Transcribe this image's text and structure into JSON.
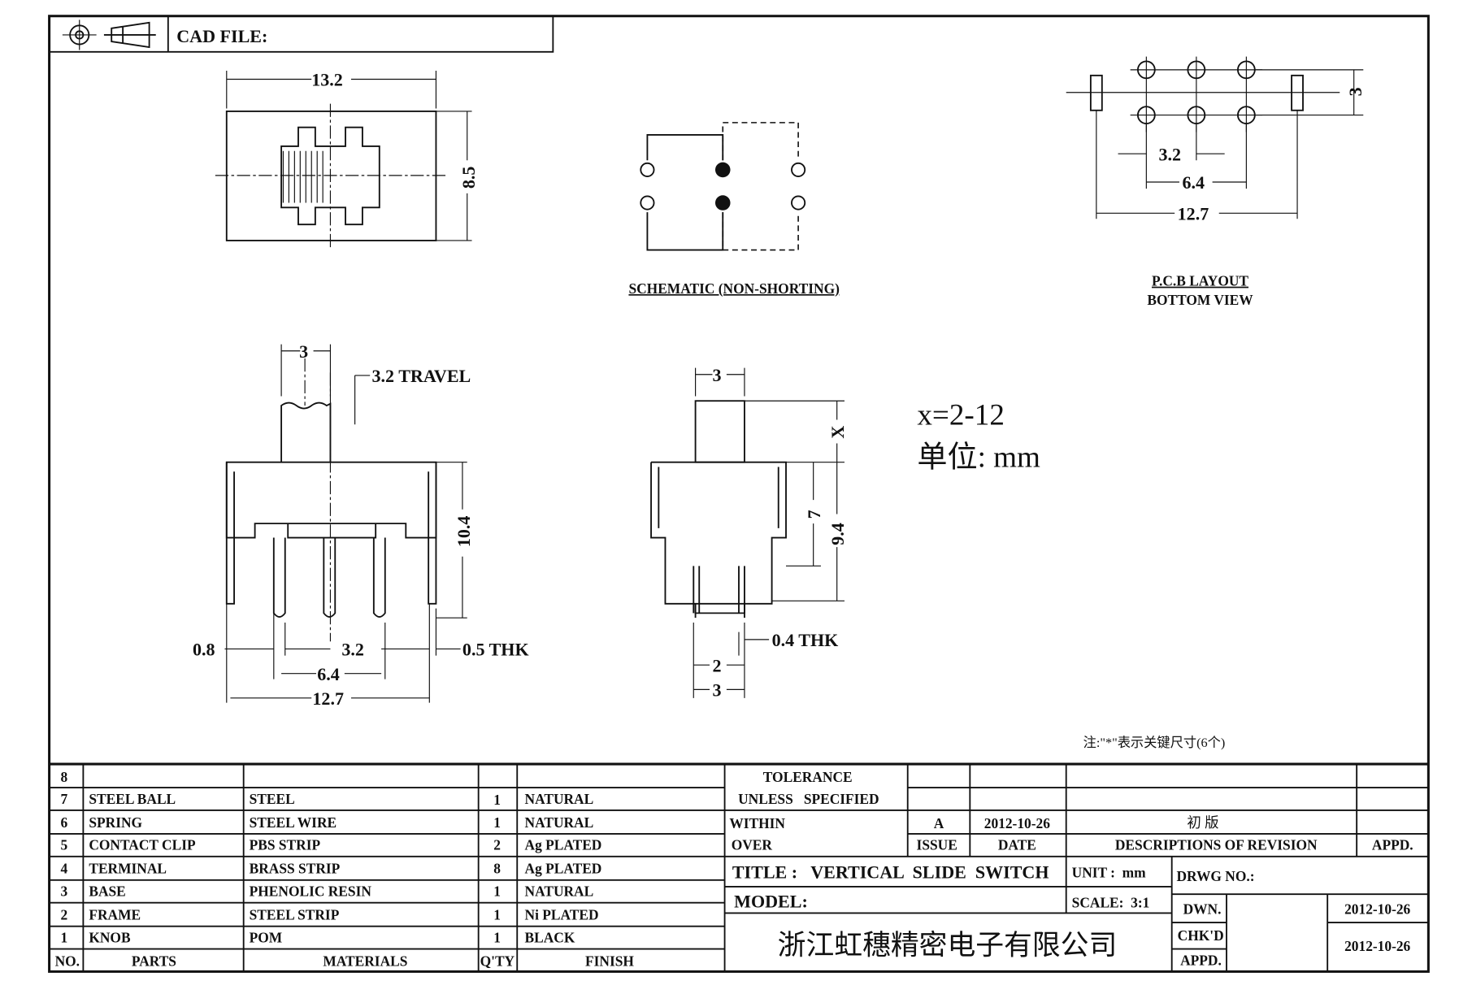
{
  "header": {
    "cad_file_label": "CAD FILE:",
    "projection_icon": "third-angle-projection-icon"
  },
  "top_view": {
    "width_dim": "13.2",
    "height_dim": "8.5"
  },
  "schematic": {
    "label": "SCHEMATIC (NON-SHORTING)"
  },
  "pcb": {
    "dim_pitch_small": "3.2",
    "dim_pitch_large": "6.4",
    "dim_total": "12.7",
    "dim_row": "3",
    "label_line1": "P.C.B LAYOUT",
    "label_line2": "BOTTOM VIEW"
  },
  "front_view": {
    "knob_dim": "3",
    "travel": "3.2 TRAVEL",
    "height_dim": "10.4",
    "pin_dim": "0.8",
    "pitch_dim": "3.2",
    "thk": "0.5 THK",
    "span_dim": "6.4",
    "total_dim": "12.7"
  },
  "side_view": {
    "knob_dim": "3",
    "x_dim": "X",
    "dim_7": "7",
    "dim_94": "9.4",
    "thk": "0.4 THK",
    "dim_2": "2",
    "dim_3": "3"
  },
  "notes": {
    "x_range": "x=2-12",
    "unit": "单位: mm",
    "key_dims": "注:\"*\"表示关键尺寸(6个)"
  },
  "bom": {
    "headers": {
      "no": "NO.",
      "parts": "PARTS",
      "materials": "MATERIALS",
      "qty": "Q'TY",
      "finish": "FINISH"
    },
    "rows": [
      {
        "no": "8",
        "part": "",
        "material": "",
        "qty": "",
        "finish": ""
      },
      {
        "no": "7",
        "part": "STEEL BALL",
        "material": "STEEL",
        "qty": "1",
        "finish": "NATURAL"
      },
      {
        "no": "6",
        "part": "SPRING",
        "material": "STEEL WIRE",
        "qty": "1",
        "finish": "NATURAL"
      },
      {
        "no": "5",
        "part": "CONTACT CLIP",
        "material": "PBS STRIP",
        "qty": "2",
        "finish": "Ag PLATED"
      },
      {
        "no": "4",
        "part": "TERMINAL",
        "material": "BRASS STRIP",
        "qty": "8",
        "finish": "Ag PLATED"
      },
      {
        "no": "3",
        "part": "BASE",
        "material": "PHENOLIC RESIN",
        "qty": "1",
        "finish": "NATURAL"
      },
      {
        "no": "2",
        "part": "FRAME",
        "material": "STEEL STRIP",
        "qty": "1",
        "finish": "Ni PLATED"
      },
      {
        "no": "1",
        "part": "KNOB",
        "material": "POM",
        "qty": "1",
        "finish": "BLACK"
      }
    ]
  },
  "title_block": {
    "tolerance_line1": "TOLERANCE",
    "tolerance_line2": "UNLESS   SPECIFIED",
    "within": "WITHIN",
    "over": "OVER",
    "rev_issue": "A",
    "rev_date": "2012-10-26",
    "rev_desc": "初 版",
    "issue_label": "ISSUE",
    "date_label": "DATE",
    "desc_label": "DESCRIPTIONS OF REVISION",
    "appd_label": "APPD.",
    "title": "TITLE :   VERTICAL  SLIDE  SWITCH",
    "unit": "UNIT :  mm",
    "model": "MODEL:",
    "scale": "SCALE:  3:1",
    "drwg_no": "DRWG NO.:",
    "dwn_label": "DWN.",
    "dwn_date": "2012-10-26",
    "chkd_label": "CHK'D",
    "appd2_label": "APPD.",
    "chk_date": "2012-10-26",
    "company": "浙江虹穗精密电子有限公司"
  }
}
